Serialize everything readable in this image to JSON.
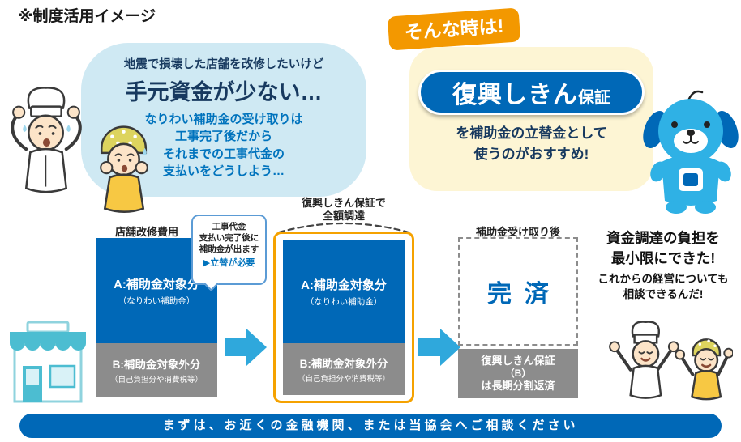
{
  "header": {
    "title": "※制度活用イメージ"
  },
  "problem": {
    "intro": "地震で損壊した店舗を改修したいけど",
    "headline": "手元資金が少ない…",
    "detail_lines": [
      "なりわい補助金の受け取りは",
      "工事完了後だから",
      "それまでの工事代金の",
      "支払いをどうしよう…"
    ]
  },
  "solution": {
    "badge": "そんな時は!",
    "product_name": "復興しきん",
    "product_suffix": "保証",
    "description_lines": [
      "を補助金の立替金として",
      "使うのがおすすめ!"
    ]
  },
  "flow": {
    "step1": {
      "label": "店舗改修費用",
      "callout_lines": [
        "工事代金",
        "支払い完了後に",
        "補助金が出ます"
      ],
      "callout_highlight": "▶立替が必要",
      "box_a_title": "A:補助金対象分",
      "box_a_subtitle": "（なりわい補助金）",
      "box_b_title": "B:補助金対象外分",
      "box_b_subtitle": "（自己負担分や消費税等）"
    },
    "step2": {
      "bracket_lines": [
        "復興しきん保証で",
        "全額調達"
      ],
      "box_a_title": "A:補助金対象分",
      "box_a_subtitle": "（なりわい補助金）",
      "box_b_title": "B:補助金対象外分",
      "box_b_subtitle": "（自己負担分や消費税等）"
    },
    "step3": {
      "label": "補助金受け取り後",
      "settled": "完済",
      "repay_lines": [
        "復興しきん保証",
        "（B）",
        "は長期分割返済"
      ]
    }
  },
  "result": {
    "large_lines": [
      "資金調達の負担を",
      "最小限にできた!"
    ],
    "small_lines": [
      "これからの経営についても",
      "相談できるんだ!"
    ]
  },
  "footer": {
    "message": "まずは、お近くの金融機関、または当協会へご相談ください"
  },
  "icons": {
    "flow_arrow": "right-arrow",
    "callout_marker": "▶"
  },
  "colors": {
    "primary_blue": "#0068b7",
    "arrow_blue": "#2fa8dc",
    "bubble_blue": "#cfe9f3",
    "badge_orange": "#f39800",
    "frame_orange": "#f5a200",
    "cream": "#fdf5d4",
    "box_gray": "#8c8c8c",
    "navy_text": "#17395f",
    "detail_blue": "#0073bd",
    "teal": "#4cbdd1"
  }
}
